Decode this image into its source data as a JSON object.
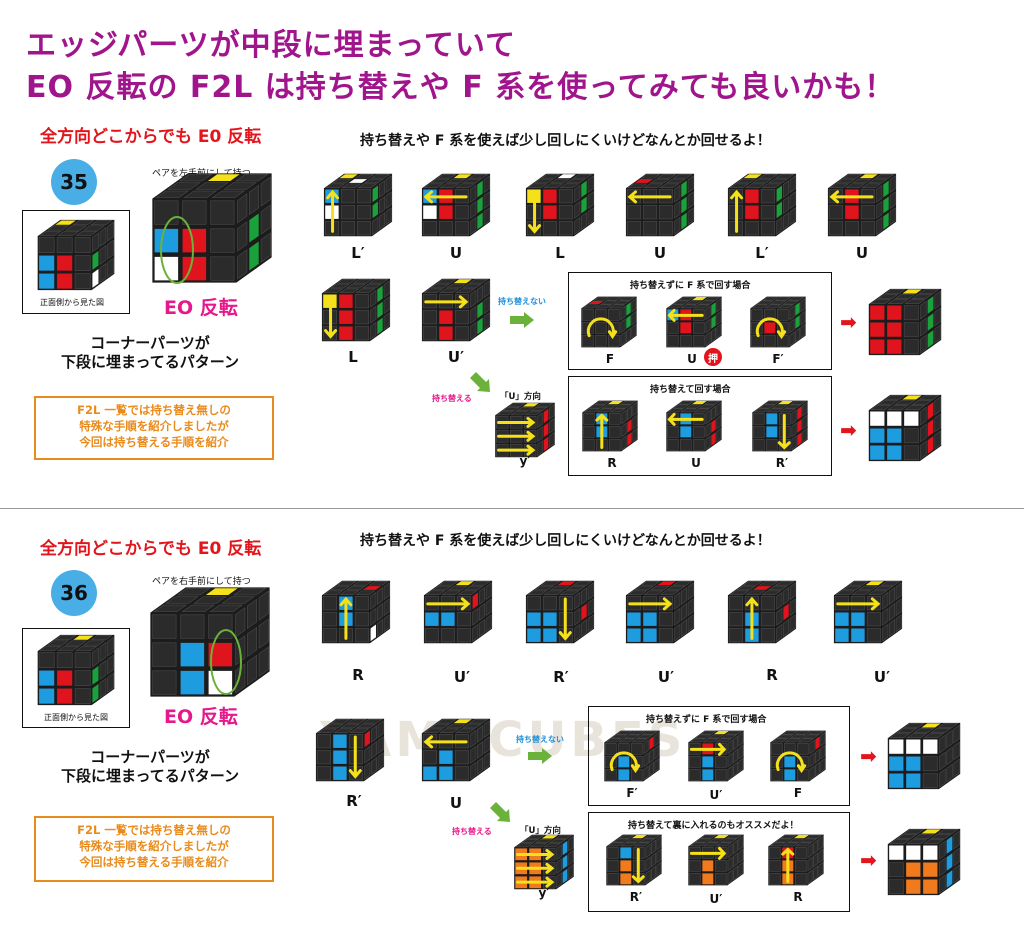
{
  "header": {
    "line1": "エッジパーツが中段に埋まっていて",
    "line2": "EO 反転の F2L は持ち替えや F 系を使ってみても良いかも！"
  },
  "colors": {
    "title": "#a0148c",
    "red": "#e3141b",
    "pink": "#e6188b",
    "orange": "#e98b1c",
    "blue_badge": "#49aee5",
    "sticker_red": "#e0141d",
    "sticker_blue": "#1e9ce0",
    "sticker_green": "#1aa13c",
    "sticker_yellow": "#f5e11b",
    "sticker_white": "#ffffff",
    "sticker_orange": "#f07a1e",
    "cube_body": "#2b2b2b"
  },
  "watermark": "YAMACUBES",
  "sections": [
    {
      "heading": "全方向どこからでも E0 反転",
      "number": "35",
      "front_caption": "正面側から見た図",
      "pair_caption": "ペアを左手前にして持つ",
      "eo_label": "EO 反転",
      "desc_line1": "コーナーパーツが",
      "desc_line2": "下段に埋まってるパターン",
      "note_line1": "F2L 一覧では持ち替え無しの",
      "note_line2": "特殊な手順を紹介しましたが",
      "note_line3": "今回は持ち替える手順を紹介",
      "top_caption": "持ち替えや F 系を使えば少し回しにくいけどなんとか回せるよ！",
      "moves_row1": [
        "L′",
        "U",
        "L",
        "U",
        "L′",
        "U"
      ],
      "moves_row2": [
        "L",
        "U′"
      ],
      "no_regrip": "持ち替えない",
      "regrip": "持ち替える",
      "u_direction": "「U」方向",
      "rotation": "y′",
      "box1_title": "持ち替えずに F 系で回す場合",
      "box1_moves": [
        "F",
        "U",
        "F′"
      ],
      "push": "押",
      "box2_title": "持ち替えて回す場合",
      "box2_moves": [
        "R",
        "U",
        "R′"
      ]
    },
    {
      "heading": "全方向どこからでも E0 反転",
      "number": "36",
      "front_caption": "正面側から見た図",
      "pair_caption": "ペアを右手前にして持つ",
      "eo_label": "EO 反転",
      "desc_line1": "コーナーパーツが",
      "desc_line2": "下段に埋まってるパターン",
      "note_line1": "F2L 一覧では持ち替え無しの",
      "note_line2": "特殊な手順を紹介しましたが",
      "note_line3": "今回は持ち替える手順を紹介",
      "top_caption": "持ち替えや F 系を使えば少し回しにくいけどなんとか回せるよ！",
      "moves_row1": [
        "R",
        "U′",
        "R′",
        "U′",
        "R",
        "U′"
      ],
      "moves_row2": [
        "R′",
        "U"
      ],
      "no_regrip": "持ち替えない",
      "regrip": "持ち替える",
      "u_direction": "「U」方向",
      "rotation": "y′",
      "box1_title": "持ち替えずに F 系で回す場合",
      "box1_moves": [
        "F′",
        "U′",
        "F"
      ],
      "box2_title": "持ち替えて裏に入れるのもオススメだよ！",
      "box2_moves": [
        "R′",
        "U′",
        "R"
      ]
    }
  ]
}
